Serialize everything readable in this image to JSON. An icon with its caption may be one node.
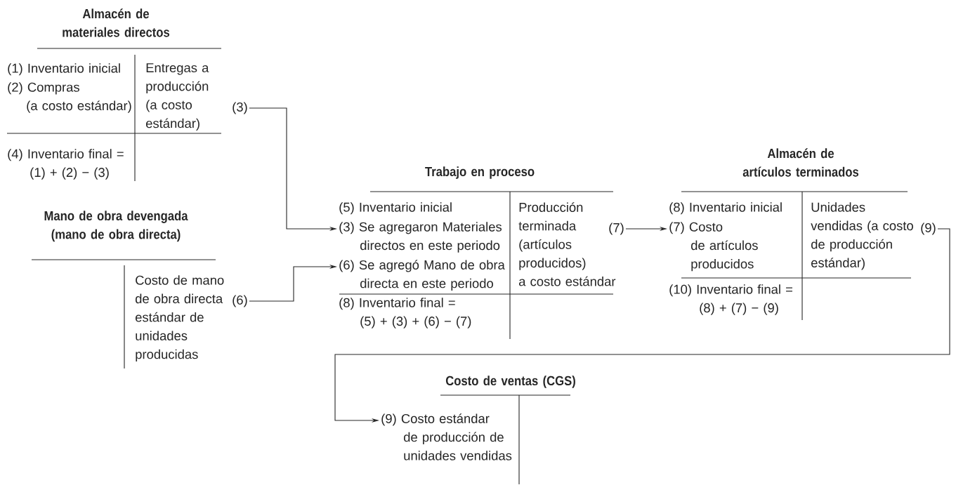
{
  "diagram": {
    "nodes": [
      {
        "text": [
          "Almacén de materiales directos"
        ]
      },
      {
        "text": [
          "(1) Inventario inicial"
        ],
        "in": 0
      },
      {
        "text": [
          "(2) Compras (a costo estándar)"
        ],
        "in": 0
      },
      {
        "text": [
          "Entregas a producción (a costo estándar)"
        ],
        "in": 0
      },
      {
        "text": [
          "(4) Inventario final = (1) + (2) − (3)"
        ],
        "in": 0
      },
      {
        "text": [
          "(3)"
        ]
      },
      {
        "text": [
          "Mano de obra devengada (mano de obra directa)"
        ]
      },
      {
        "text": [
          "Costo de mano de obra directa estándar de unidades producidas"
        ],
        "in": 6
      },
      {
        "text": [
          "(6)"
        ]
      },
      {
        "text": [
          "Trabajo en proceso"
        ]
      },
      {
        "text": [
          "(5) Inventario inicial"
        ],
        "in": 9
      },
      {
        "text": [
          "(3) Se agregaron Materiales directos en este periodo"
        ],
        "in": 9
      },
      {
        "text": [
          "(6) Se agregó Mano de obra directa en este periodo"
        ],
        "in": 9
      },
      {
        "text": [
          "Producción terminada (artículos producidos) a costo estándar"
        ],
        "in": 9
      },
      {
        "text": [
          "(8) Inventario final = (5) + (3) + (6) − (7)"
        ],
        "in": 9
      },
      {
        "text": [
          "(7)"
        ]
      },
      {
        "text": [
          "Almacén de artículos terminados"
        ]
      },
      {
        "text": [
          "(8) Inventario inicial"
        ],
        "in": 16
      },
      {
        "text": [
          "(7) Costo de artículos producidos"
        ],
        "in": 16
      },
      {
        "text": [
          "Unidades vendidas (a costo de producción estándar)"
        ],
        "in": 16
      },
      {
        "text": [
          "(10) Inventario final = (8) + (7) − (9)"
        ],
        "in": 16
      },
      {
        "text": [
          "(9)"
        ]
      },
      {
        "text": [
          "Costo de ventas (CGS)"
        ]
      },
      {
        "text": [
          "(9) Costo estándar de producción de unidades vendidas"
        ]
      }
    ],
    "edges": [
      {
        "from": 5,
        "to": 11,
        "arrow": "to"
      },
      {
        "from": 8,
        "to": 12,
        "arrow": "to"
      },
      {
        "from": 15,
        "to": 18,
        "arrow": "to"
      },
      {
        "from": 21,
        "to": 23,
        "arrow": "to"
      }
    ]
  }
}
